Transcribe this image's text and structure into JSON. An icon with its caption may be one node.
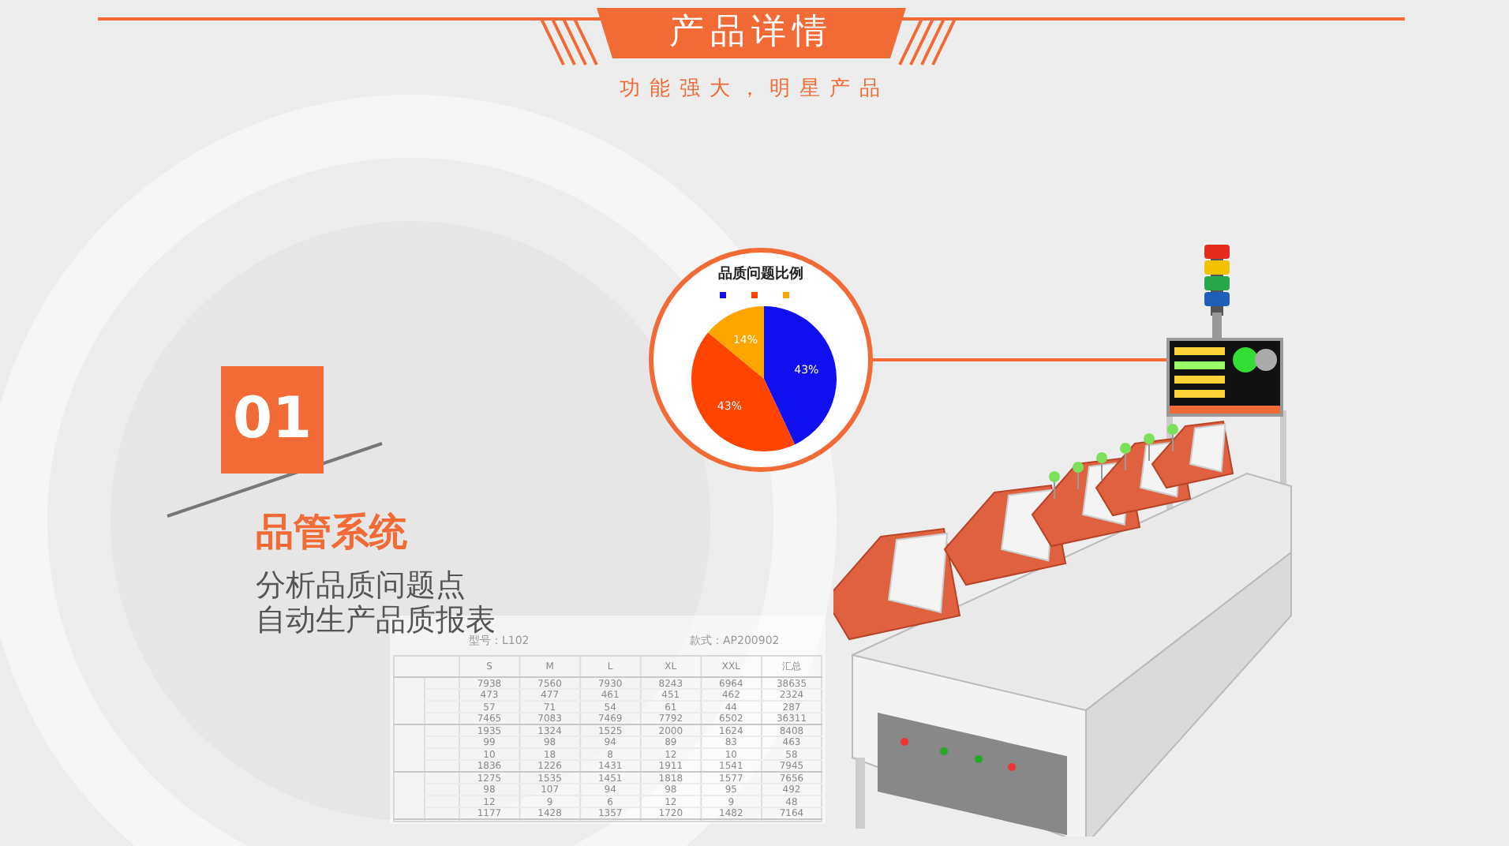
{
  "diagram": {
    "title": "产品详情",
    "nodes": [
      {
        "text": [],
        "shape": "circle"
      },
      {
        "text": [],
        "shape": "picture"
      },
      {
        "text": [
          "01"
        ]
      }
    ],
    "edges": [
      {
        "from": 0,
        "to": 1,
        "arrow": "none",
        "color": "#f26a35"
      }
    ],
    "labels": [
      "功能强大，明星产品",
      "品管系统",
      "分析品质问题点",
      "自动生产品质报表",
      "型号：L102",
      "款式：AP200902",
      "S",
      "M",
      "L",
      "XL",
      "XXL",
      "汇总",
      "7938",
      "7560",
      "7930",
      "8243",
      "6964",
      "38635",
      "473",
      "477",
      "461",
      "451",
      "462",
      "2324",
      "57",
      "71",
      "54",
      "61",
      "44",
      "287",
      "7465",
      "7083",
      "7469",
      "7792",
      "6502",
      "36311",
      "1935",
      "1324",
      "1525",
      "2000",
      "1624",
      "8408",
      "99",
      "98",
      "94",
      "89",
      "83",
      "463",
      "10",
      "18",
      "8",
      "12",
      "10",
      "58",
      "1836",
      "1226",
      "1431",
      "1911",
      "1541",
      "7945",
      "1275",
      "1535",
      "1451",
      "1818",
      "1577",
      "7656",
      "98",
      "107",
      "94",
      "98",
      "95",
      "492",
      "12",
      "9",
      "6",
      "12",
      "9",
      "48",
      "1177",
      "1428",
      "1357",
      "1720",
      "1482",
      "7164"
    ],
    "chart_data": {
      "type": "pie",
      "title": "品质问题比例",
      "categories": [
        null,
        null,
        null
      ],
      "value_labels": [
        "43%",
        "43%",
        "14%"
      ],
      "series": [
        {
          "values": [
            43,
            43,
            14
          ],
          "colors": [
            "#1010ee",
            "#ff4400",
            "#ffa500"
          ]
        }
      ]
    }
  }
}
